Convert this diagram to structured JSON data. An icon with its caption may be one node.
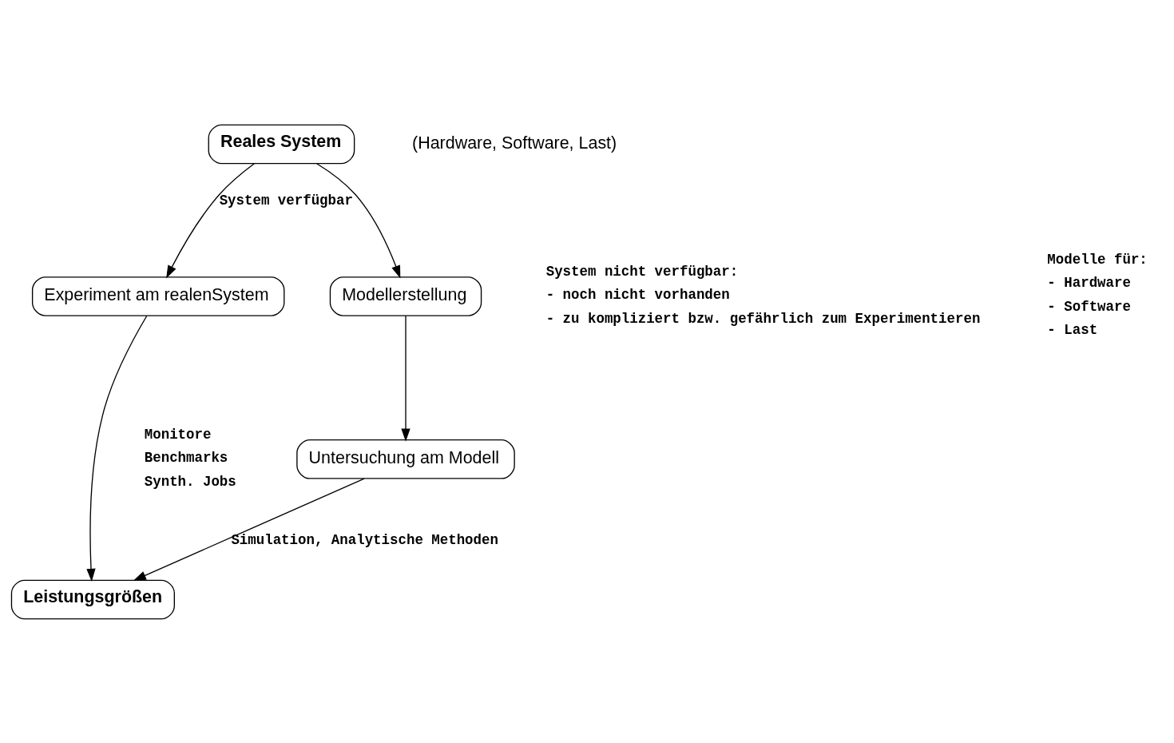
{
  "diagram": {
    "nodes": [
      {
        "text": [
          "Reales System"
        ],
        "beside": [
          "(Hardware, Software, Last)"
        ]
      },
      {
        "text": [
          "Experiment am realenSystem"
        ]
      },
      {
        "text": [
          "Modellerstellung"
        ]
      },
      {
        "text": [
          "Untersuchung am Modell"
        ]
      },
      {
        "text": [
          "Leistungsgrößen"
        ]
      }
    ],
    "edges": [
      {
        "from": 0,
        "to": 1,
        "arrow": "to",
        "label": "System verfügbar"
      },
      {
        "from": 0,
        "to": 2,
        "arrow": "to"
      },
      {
        "from": 2,
        "to": 3,
        "arrow": "to"
      },
      {
        "from": 1,
        "to": 4,
        "arrow": "to"
      },
      {
        "from": 3,
        "to": 4,
        "arrow": "to",
        "label": "Simulation, Analytische Methoden"
      }
    ],
    "labels": [
      "System nicht verfügbar:",
      "- noch nicht vorhanden",
      "- zu kompliziert bzw. gefährlich zum Experimentieren",
      "Modelle für:",
      "- Hardware",
      "- Software",
      "- Last",
      "Monitore",
      "Benchmarks",
      "Synth. Jobs"
    ]
  }
}
